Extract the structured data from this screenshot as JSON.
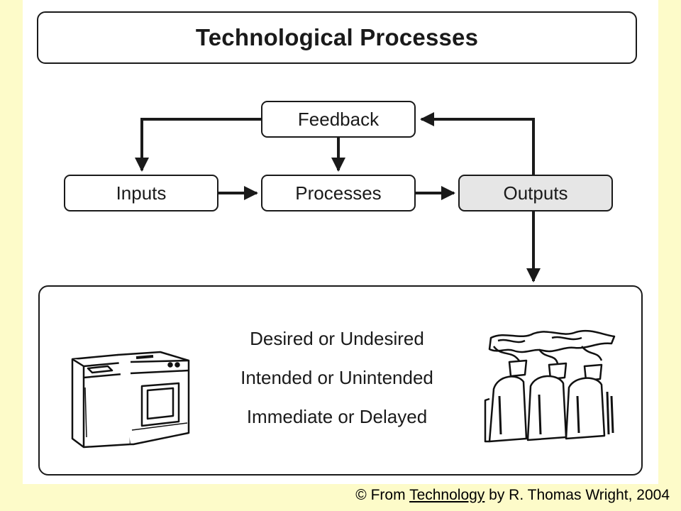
{
  "diagram": {
    "title": "Technological Processes",
    "nodes": {
      "feedback": "Feedback",
      "inputs": "Inputs",
      "processes": "Processes",
      "outputs": "Outputs"
    },
    "results": [
      "Desired or Undesired",
      "Intended or Unintended",
      "Immediate or Delayed"
    ],
    "illustrations": [
      "washer-dryer-icon",
      "smokestacks-icon"
    ],
    "colors": {
      "background": "#fdfbc9",
      "outputs_fill": "#e6e6e6",
      "stroke": "#1a1a1a"
    }
  },
  "caption": {
    "prefix": "© From",
    "book": "Technology",
    "suffix": "by R. Thomas Wright, 2004"
  }
}
